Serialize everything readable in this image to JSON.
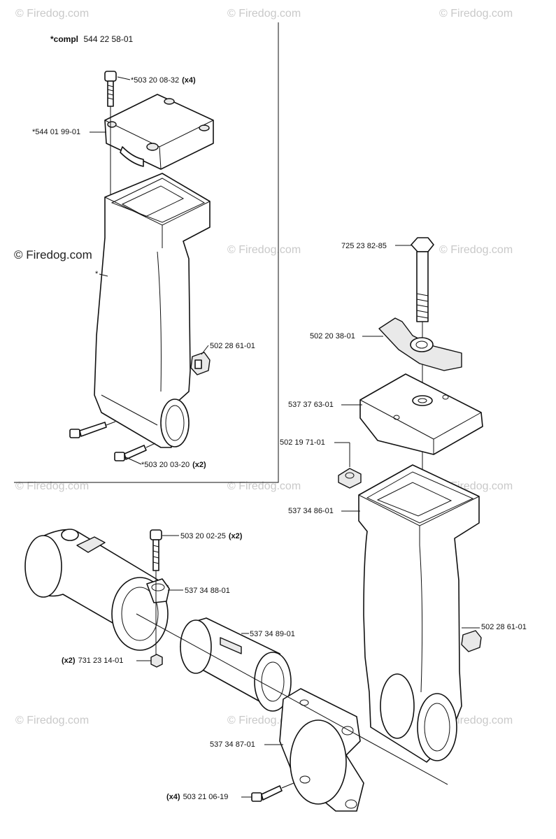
{
  "assembly": {
    "prefix": "*compl",
    "number": "544 22 58-01"
  },
  "watermark": {
    "text": "© Firedog.com",
    "main_text": "© Firedog.com"
  },
  "parts": [
    {
      "id": "p1",
      "text": "*503 20 08-32",
      "qty": "(x4)"
    },
    {
      "id": "p2",
      "text": "*544 01 99-01",
      "qty": ""
    },
    {
      "id": "p3",
      "text": "*",
      "qty": ""
    },
    {
      "id": "p4",
      "text": "502 28 61-01",
      "qty": ""
    },
    {
      "id": "p5",
      "text": "*503 20 03-20",
      "qty": "(x2)"
    },
    {
      "id": "p6",
      "text": "725 23 82-85",
      "qty": ""
    },
    {
      "id": "p7",
      "text": "502 20 38-01",
      "qty": ""
    },
    {
      "id": "p8",
      "text": "537 37 63-01",
      "qty": ""
    },
    {
      "id": "p9",
      "text": "502 19 71-01",
      "qty": ""
    },
    {
      "id": "p10",
      "text": "537 34 86-01",
      "qty": ""
    },
    {
      "id": "p11",
      "text": "503 20 02-25",
      "qty": "(x2)"
    },
    {
      "id": "p12",
      "text": "537 34 88-01",
      "qty": ""
    },
    {
      "id": "p13",
      "text": "537 34 89-01",
      "qty": ""
    },
    {
      "id": "p14",
      "text": "731 23 14-01",
      "qty": "(x2)"
    },
    {
      "id": "p15",
      "text": "502 28 61-01",
      "qty": ""
    },
    {
      "id": "p16",
      "text": "537 34 87-01",
      "qty": ""
    },
    {
      "id": "p17",
      "text": "503 21 06-19",
      "qty": "(x4)"
    }
  ]
}
